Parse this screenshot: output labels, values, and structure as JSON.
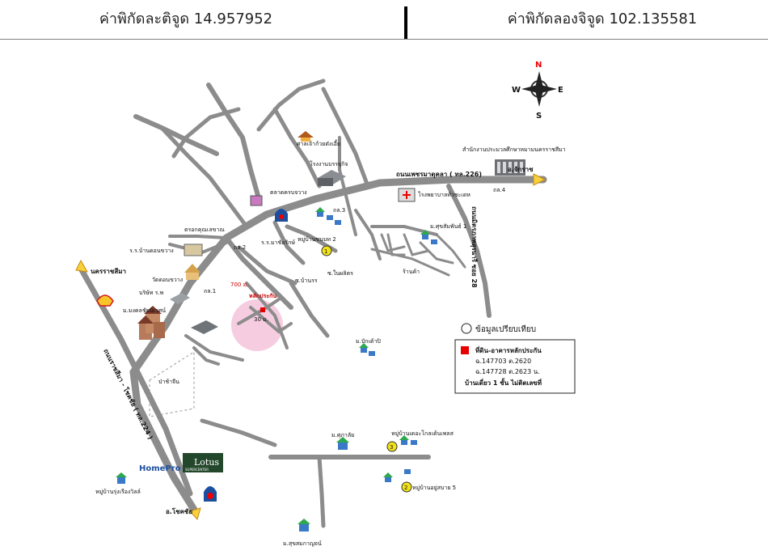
{
  "header": {
    "lat_label": "ค่าพิกัดละติจูด 14.957952",
    "lon_label": "ค่าพิกัดลองจิจูด 102.135581"
  },
  "compass": {
    "n": "N",
    "s": "S",
    "e": "E",
    "w": "W"
  },
  "roads": {
    "main_east": "ถนนเพชรมาตุคลา ( ทล.226)",
    "main_west": "ถนนราชสีมา - โชคชัย ( ทล.224 )",
    "side": "ถนนมิตรภาพสุรนารี ซอย 28"
  },
  "places": {
    "govt_office": "สำนักงานประมวลศึกษาหมามนครราชสีมา",
    "to_chakkarat": "อ.จักราช",
    "to_korat": "นครราชสีมา",
    "to_chokchai": "อ.โชคชัย",
    "shrine": "ศาลเจ้าก้วยต๋งเอี้ย",
    "factory": "โรงงานบรรจุกิจ",
    "market": "ตลาดครบจวาง",
    "hospital": "โรงพยาบาลทั่วชะเดห",
    "school_chaiyarak": "ร.ร.มาชัยรักษ์",
    "village2": "หมู่บ้านชนบท 2",
    "school_donkhwang": "ร.ร.บ้านดอนขวาง",
    "temple": "วัดดอนขวาง",
    "company": "บริษัท ร.พ",
    "mahachai_home": "ม.มงคลชัยนิเวศน์",
    "pkuchamnong": "ม.ศุขสัมพันธ์ 1",
    "shop": "ร้านค้า",
    "ban_phukaeo": "ม.บักเต้าปิ",
    "forest": "ป่าช้าจีน",
    "m_sukhabut": "ม.ศุภาลัย",
    "village_aura": "หมู่บ้านเดอะโกลเด้นเพลส",
    "village_yusabai": "หมู่บ้านอยู่สบาย 5",
    "village_rungrueang": "หมู่บ้านรุ่งเรืองวิลล์",
    "sukhumwit_village": "ม.สุขสมกาญจน์",
    "road_dhr3": "ถล.3",
    "road_dhr2": "ถล.2",
    "road_dhr1": "ถล.1",
    "road_dhr4": "ถล.4",
    "security_alley": "ตรอกคุณเลขาณ",
    "alley_zero": "ซ.ในผลิตร",
    "alley_one": "ซ.บ้านรร",
    "collateral": "หลักประกัน",
    "distance": "700 ม.",
    "distance_small": "30 ม.",
    "brand_homepro": "HomePro",
    "brand_lotus": "Lotus",
    "brand_lotus_sub": "SUPERCENTER",
    "brand_shell": "Shell"
  },
  "legend": {
    "compare_label": "ข้อมูลเปรียบเทียบ",
    "title": "ที่ดิน-อาคารหลักประกัน",
    "deed1": "ฉ.147703  ต.2620",
    "deed2": "ฉ.147728  ต.2623  น.",
    "house": "บ้านเดี่ยว 1 ชั้น  ไม่ติดเลขที่"
  },
  "comparables": [
    "1",
    "2",
    "3"
  ],
  "colors": {
    "road": "#8c8c8c",
    "road_edge": "#5a5a5a",
    "subject_circle": "#f6cde0",
    "comparable_fill": "#f2e21c",
    "marker_red": "#e60000",
    "arrow": "#f7d03c"
  }
}
